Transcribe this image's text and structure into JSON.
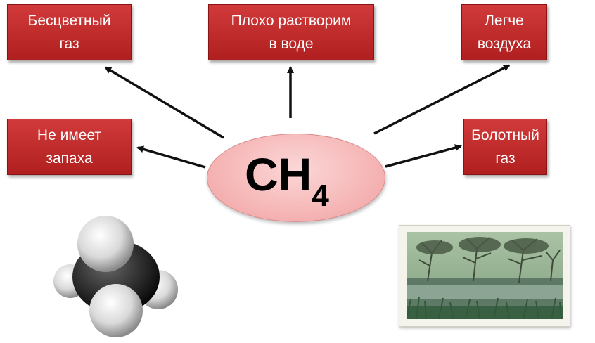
{
  "formula": {
    "main": "CH",
    "subscript": "4"
  },
  "properties": [
    {
      "lines": [
        "Бесцветный",
        "газ"
      ]
    },
    {
      "lines": [
        "Плохо растворим",
        "в воде"
      ]
    },
    {
      "lines": [
        "Легче",
        "воздуха"
      ]
    },
    {
      "lines": [
        "Не имеет",
        "запаха"
      ]
    },
    {
      "lines": [
        "Болотный",
        "газ"
      ]
    }
  ],
  "colors": {
    "box_fill": "#c22a2a",
    "box_text": "#ffffff",
    "ellipse_fill": "#f6b6b6",
    "arrow": "#111111"
  },
  "images": {
    "molecule": "methane-space-filling-model",
    "photo": "swamp-photo"
  }
}
